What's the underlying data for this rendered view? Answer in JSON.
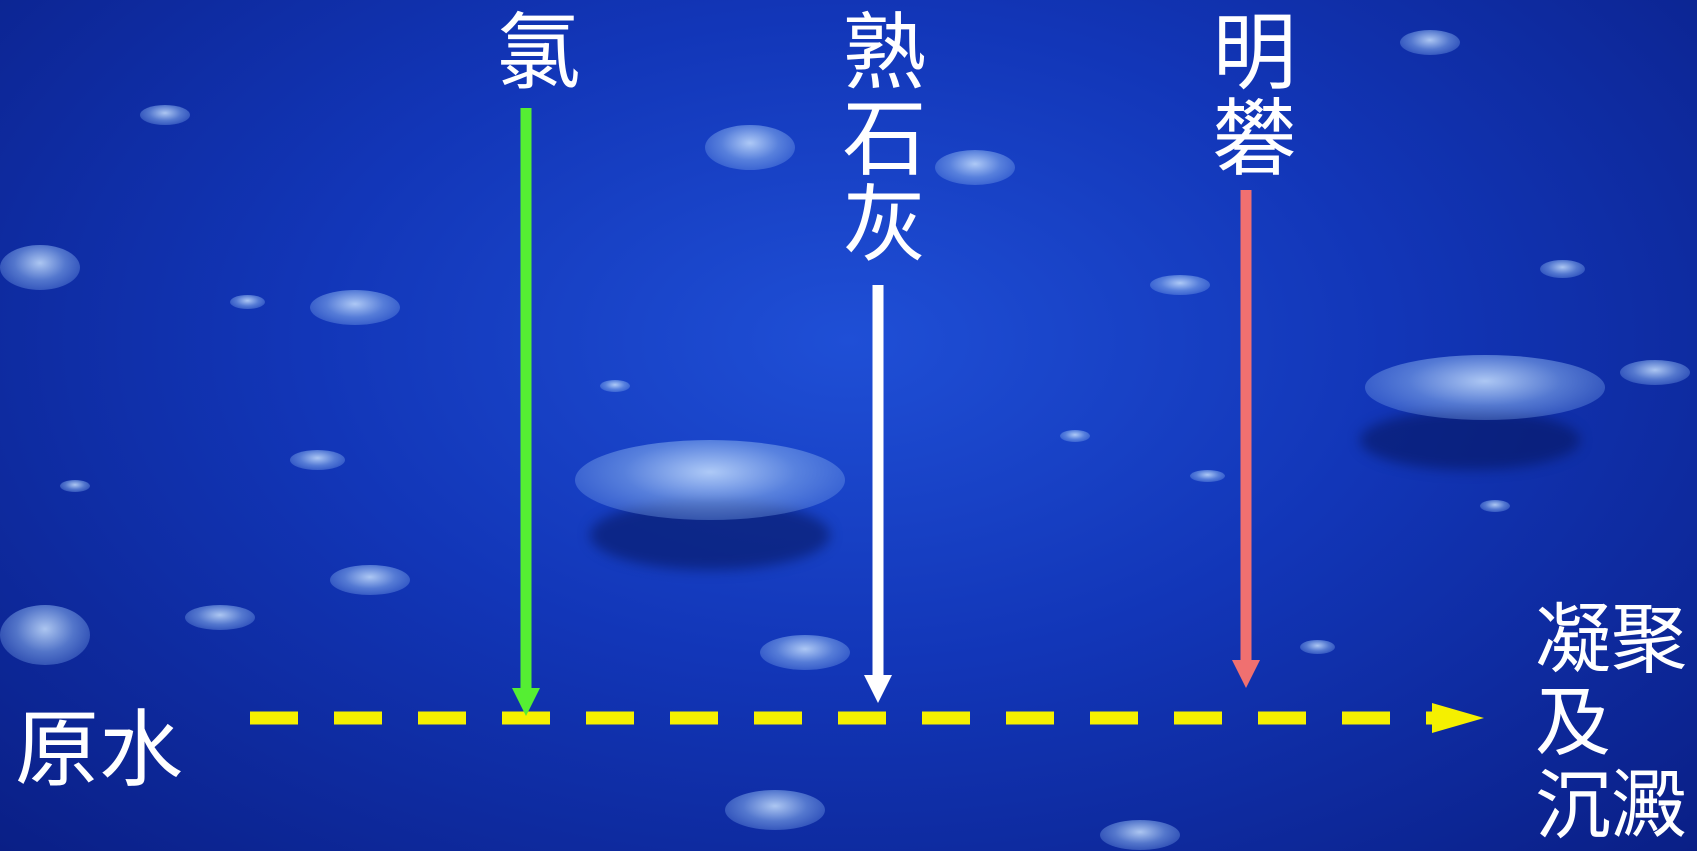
{
  "labels": {
    "input": "原水",
    "chlorine": "氯",
    "lime": "熟石灰",
    "alum": "明礬",
    "output_line1": "凝聚",
    "output_line2": "及",
    "output_line3": "沉澱"
  },
  "colors": {
    "chlorine_arrow": "#55ee33",
    "lime_arrow": "#ffffff",
    "alum_arrow": "#f07070",
    "flow_line": "#f5f000",
    "text": "#ffffff"
  }
}
